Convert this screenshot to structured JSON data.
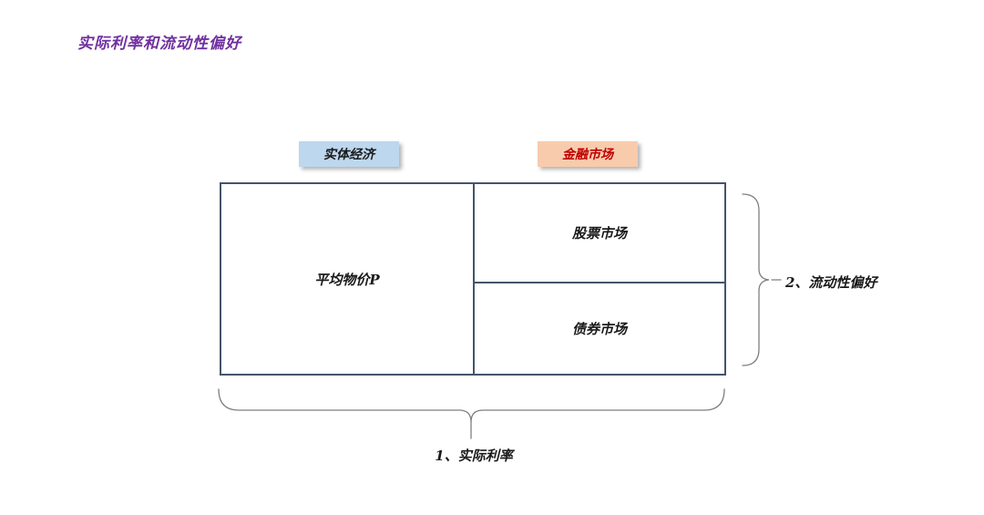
{
  "title": {
    "text": "实际利率和流动性偏好",
    "color": "#7030A0"
  },
  "column_headers": [
    {
      "id": "real-economy",
      "text": "实体经济",
      "bg": "#BDD7EE",
      "text_color": "#1a1a1a"
    },
    {
      "id": "financial-market",
      "text": "金融市场",
      "bg": "#F8CBAD",
      "text_color": "#C00000"
    }
  ],
  "matrix": {
    "border_color": "#44546A",
    "cells": {
      "left": "平均物价P",
      "right_top": "股票市场",
      "right_bottom": "债券市场"
    }
  },
  "braces": {
    "color": "#7F7F7F",
    "right_label": "2、流动性偏好",
    "bottom_label": "1、实际利率"
  }
}
